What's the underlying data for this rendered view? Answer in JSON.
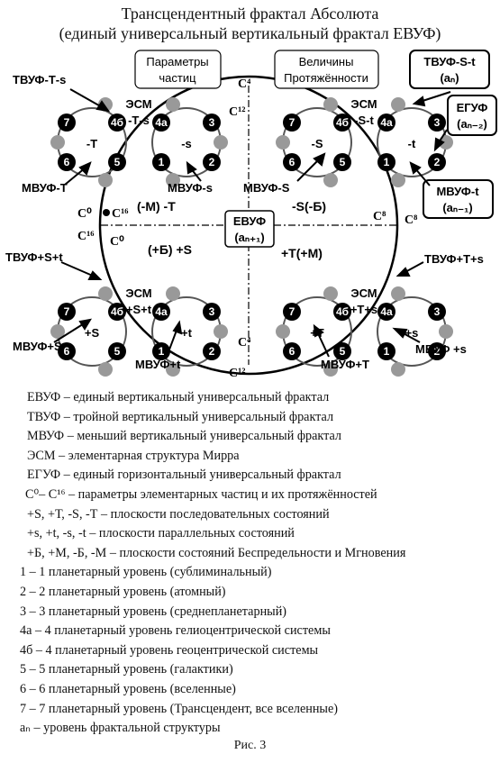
{
  "title_line1": "Трансцендентный фрактал Абсолюта",
  "title_line2": "(единый универсальный вертикальный фрактал ЕВУФ)",
  "boxes": {
    "params": [
      "Параметры",
      "частиц"
    ],
    "lengths": [
      "Величины",
      "Протяжённости"
    ],
    "tvuf_st": [
      "ТВУФ-S-t",
      "(aₙ)"
    ],
    "eguf": [
      "ЕГУФ",
      "(aₙ₋₂)"
    ],
    "mvuf_t": [
      "МВУФ-t",
      "(aₙ₋₁)"
    ],
    "evuf": [
      "ЕВУФ",
      "(aₙ₊₁)"
    ]
  },
  "c_labels": {
    "c4_top": "C⁴",
    "c12_top": "C¹²",
    "c0_left": "C⁰",
    "c16_left": "C¹⁶",
    "c16_left2": "C¹⁶",
    "c0_left2": "C⁰",
    "c8_right": "C⁸",
    "c8_right2": "C⁸",
    "c4_bottom": "C⁴",
    "c12_bottom": "C¹²"
  },
  "quadrant_labels": {
    "tl": "(-М) -Т",
    "tr": "-S(-Б)",
    "bl": "(+Б) +S",
    "br": "+Т(+М)"
  },
  "external_labels": {
    "tvuf_ts": "ТВУФ-Т-s",
    "mvuf_t_left": "МВУФ-Т",
    "mvuf_s_minus": "МВУФ-s",
    "mvuf_S_minus": "МВУФ-S",
    "tvuf_st_plus": "ТВУФ+S+t",
    "mvuf_S_plus": "МВУФ+S",
    "mvuf_t_plus": "МВУФ+t",
    "tvuf_ts_plus": "ТВУФ+Т+s",
    "mvuf_T_plus": "МВУФ+Т",
    "mvuf_s_plus": "МВУФ +s"
  },
  "units": [
    {
      "esm": "ЭСМ",
      "left_center": "-Т",
      "right_center": "-s",
      "esm_sub": "-Т-s"
    },
    {
      "esm": "ЭСМ",
      "left_center": "-S",
      "right_center": "-t",
      "esm_sub": "-S-t"
    },
    {
      "esm": "ЭСМ",
      "left_center": "+S",
      "right_center": "+t",
      "esm_sub": "+S+t"
    },
    {
      "esm": "ЭСМ",
      "left_center": "+Т",
      "right_center": "+s",
      "esm_sub": "+Т+s"
    }
  ],
  "level_numbers": {
    "n7": "7",
    "n4b": "4б",
    "n4a": "4а",
    "n3": "3",
    "n6": "6",
    "n5": "5",
    "n1": "1",
    "n2": "2"
  },
  "legend": [
    {
      "term": "ЕВУФ",
      "desc": " – единый вертикальный универсальный фрактал"
    },
    {
      "term": "ТВУФ",
      "desc": " – тройной вертикальный универсальный фрактал"
    },
    {
      "term": "МВУФ",
      "desc": " – меньший вертикальный универсальный фрактал"
    },
    {
      "term": "ЭСМ",
      "desc": " – элементарная структура Мирра"
    },
    {
      "term": "ЕГУФ",
      "desc": " – единый горизонтальный универсальный фрактал"
    },
    {
      "term": "C⁰– C¹⁶",
      "desc": " – параметры элементарных частиц и их протяжённостей"
    },
    {
      "term": "+S, +Т, -S, -Т",
      "desc": " – плоскости последовательных состояний"
    },
    {
      "term": "+s, +t, -s, -t",
      "desc": " – плоскости параллельных состояний"
    },
    {
      "term": "+Б, +М, -Б, -М",
      "desc": " – плоскости состояний Беспредельности и Мгновения"
    },
    {
      "term": "1",
      "desc": " – 1 планетарный уровень (сублиминальный)"
    },
    {
      "term": "2",
      "desc": " – 2 планетарный уровень (атомный)"
    },
    {
      "term": "3",
      "desc": " – 3 планетарный уровень (среднепланетарный)"
    },
    {
      "term": "4а",
      "desc": " – 4 планетарный уровень гелиоцентрической системы"
    },
    {
      "term": "4б",
      "desc": " – 4 планетарный уровень геоцентрической системы"
    },
    {
      "term": "5",
      "desc": " – 5 планетарный уровень (галактики)"
    },
    {
      "term": "6",
      "desc": " – 6 планетарный уровень (вселенные)"
    },
    {
      "term": "7",
      "desc": " – 7 планетарный уровень (Трансцендент, все вселенные)"
    },
    {
      "term": "aₙ",
      "desc": " – уровень фрактальной структуры"
    }
  ],
  "caption": "Рис. 3"
}
